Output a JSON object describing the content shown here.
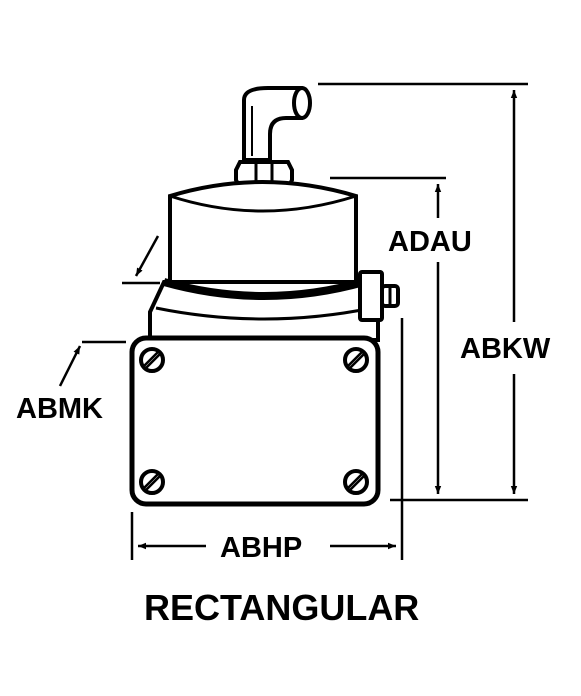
{
  "labels": {
    "adau": "ADAU",
    "abkw": "ABKW",
    "abmk": "ABMK",
    "abhp": "ABHP",
    "caption": "RECTANGULAR"
  },
  "colors": {
    "ink": "#000000",
    "paper": "#ffffff"
  }
}
